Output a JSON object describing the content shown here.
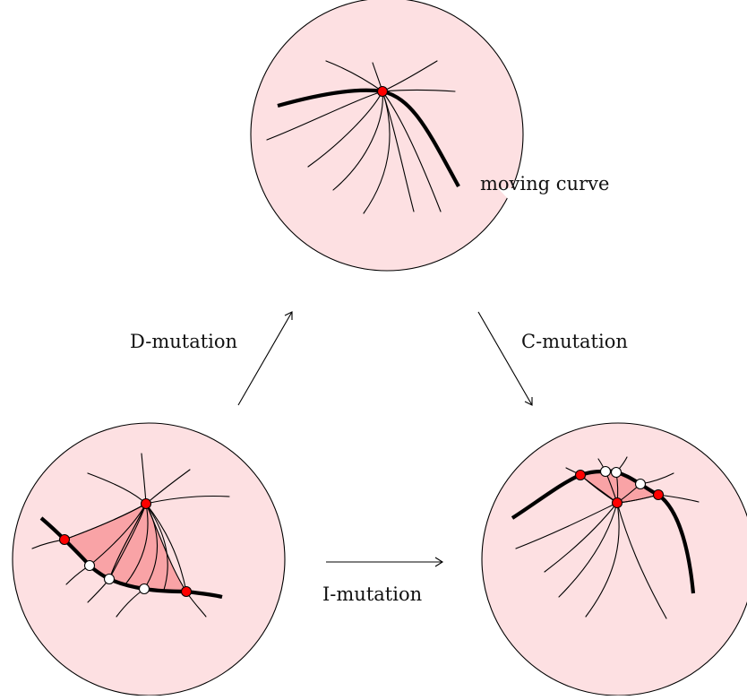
{
  "labels": {
    "moving_curve": "moving curve",
    "d_mutation": "D-mutation",
    "c_mutation": "C-mutation",
    "i_mutation": "I-mutation"
  },
  "colors": {
    "disk_fill": "#fde0e2",
    "region_fill": "#f9a3a6",
    "red_point": "#ff0000",
    "white_point": "#ffffff",
    "stroke": "#000000"
  }
}
